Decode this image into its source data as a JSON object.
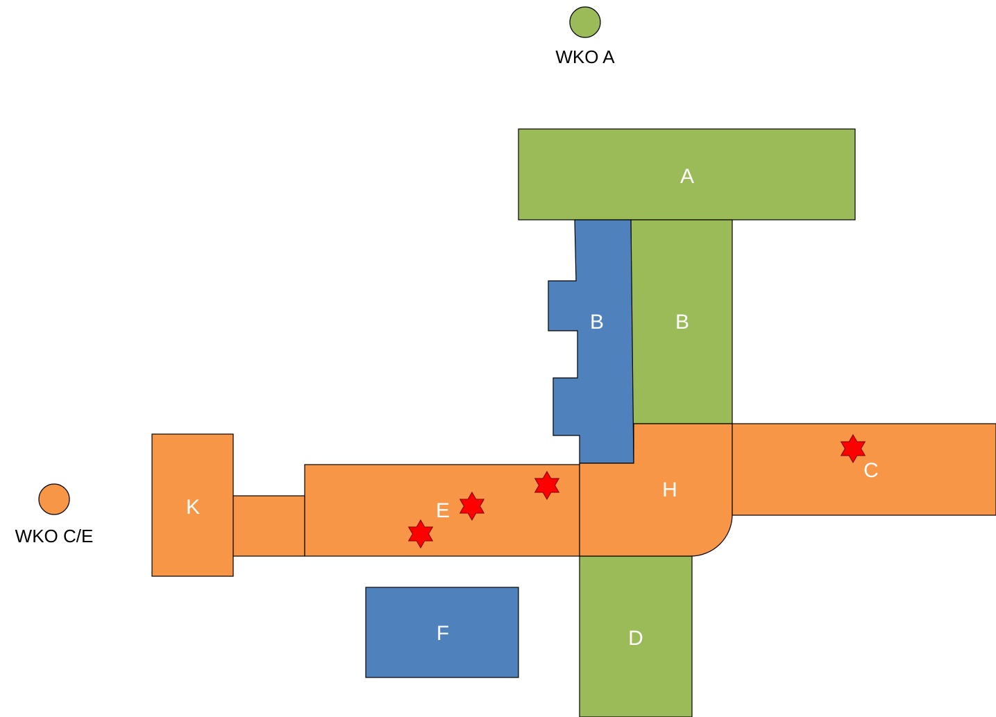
{
  "colors": {
    "green": "#9bbb59",
    "blue": "#4f81bd",
    "orange": "#f79646",
    "star": "#ff0000"
  },
  "legend": {
    "wko_a": "WKO A",
    "wko_ce": "WKO C/E"
  },
  "blocks": {
    "a": "A",
    "b_blue": "B",
    "b_green": "B",
    "c": "C",
    "d": "D",
    "e": "E",
    "f": "F",
    "h": "H",
    "k": "K"
  }
}
